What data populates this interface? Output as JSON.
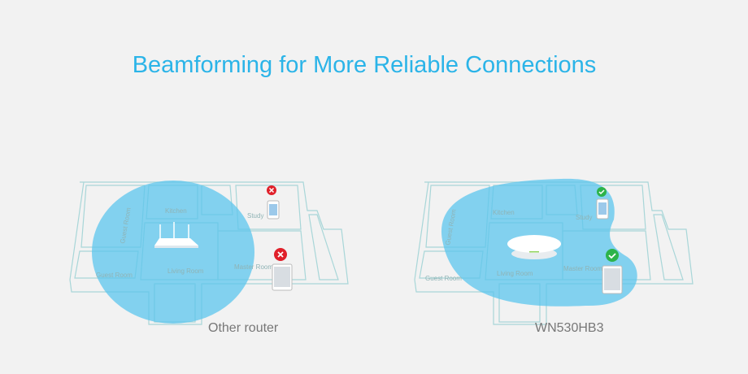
{
  "title": "Beamforming for More Reliable Connections",
  "left": {
    "caption": "Other router",
    "rooms": {
      "kitchen": "Kitchen",
      "study": "Study",
      "guest_room_top": "Guest Room",
      "guest_room": "Guest Room",
      "living_room": "Living Room",
      "master_room": "Master Room"
    },
    "status_icon": "x-fail-icon",
    "status_color": "#e0202a"
  },
  "right": {
    "caption": "WN530HB3",
    "rooms": {
      "kitchen": "Kitchen",
      "study": "Study",
      "guest_room_top": "Guest Room",
      "guest_room": "Guest Room",
      "living_room": "Living Room",
      "master_room": "Master Room"
    },
    "status_icon": "check-success-icon",
    "status_color": "#2db34a"
  },
  "colors": {
    "title": "#2bb4e8",
    "coverage": "#5cc6ee"
  }
}
